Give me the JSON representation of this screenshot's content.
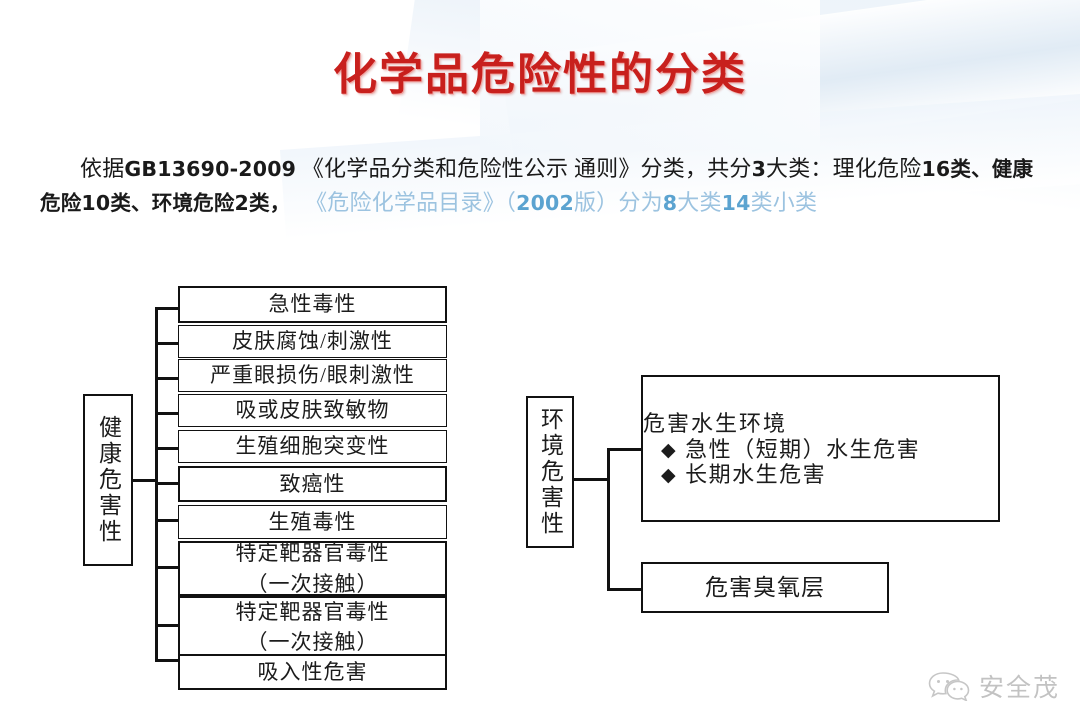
{
  "slide": {
    "title": "化学品危险性的分类",
    "title_color": "#c8201d",
    "accent_blue": "#9cc3e0"
  },
  "intro": {
    "seg1": "依据",
    "seg2": "GB13690-2009",
    "seg3": " 《化学品分类和危险性公示 通则》分类，共分",
    "seg4": "3",
    "seg5": "大类：理化危险",
    "seg6": "16",
    "seg7": "类、健康危险",
    "seg8": "10",
    "seg9": "类、环境危险",
    "seg10": "2",
    "seg11": "类，",
    "blue1": "《危险化学品目录》（",
    "blue2": "2002",
    "blue3": "版）分为",
    "blue4": "8",
    "blue5": "大类",
    "blue6": "14",
    "blue7": "类小类"
  },
  "health": {
    "trunk_label": "健康危害性",
    "items": [
      {
        "line1": "急性毒性",
        "line2": ""
      },
      {
        "line1": "皮肤腐蚀/刺激性",
        "line2": ""
      },
      {
        "line1": "严重眼损伤/眼刺激性",
        "line2": ""
      },
      {
        "line1": "吸或皮肤致敏物",
        "line2": ""
      },
      {
        "line1": "生殖细胞突变性",
        "line2": ""
      },
      {
        "line1": "致癌性",
        "line2": ""
      },
      {
        "line1": "生殖毒性",
        "line2": ""
      },
      {
        "line1": "特定靶器官毒性",
        "line2": "（一次接触）"
      },
      {
        "line1": "特定靶器官毒性",
        "line2": "（一次接触）"
      },
      {
        "line1": "吸入性危害",
        "line2": ""
      }
    ]
  },
  "environment": {
    "trunk_label": "环境危害性",
    "aquatic": {
      "heading": "危害水生环境",
      "bullet_glyph": "◆",
      "bullets": [
        "急性（短期）水生危害",
        "长期水生危害"
      ]
    },
    "ozone": "危害臭氧层"
  },
  "watermark": {
    "text": "安全茂"
  }
}
